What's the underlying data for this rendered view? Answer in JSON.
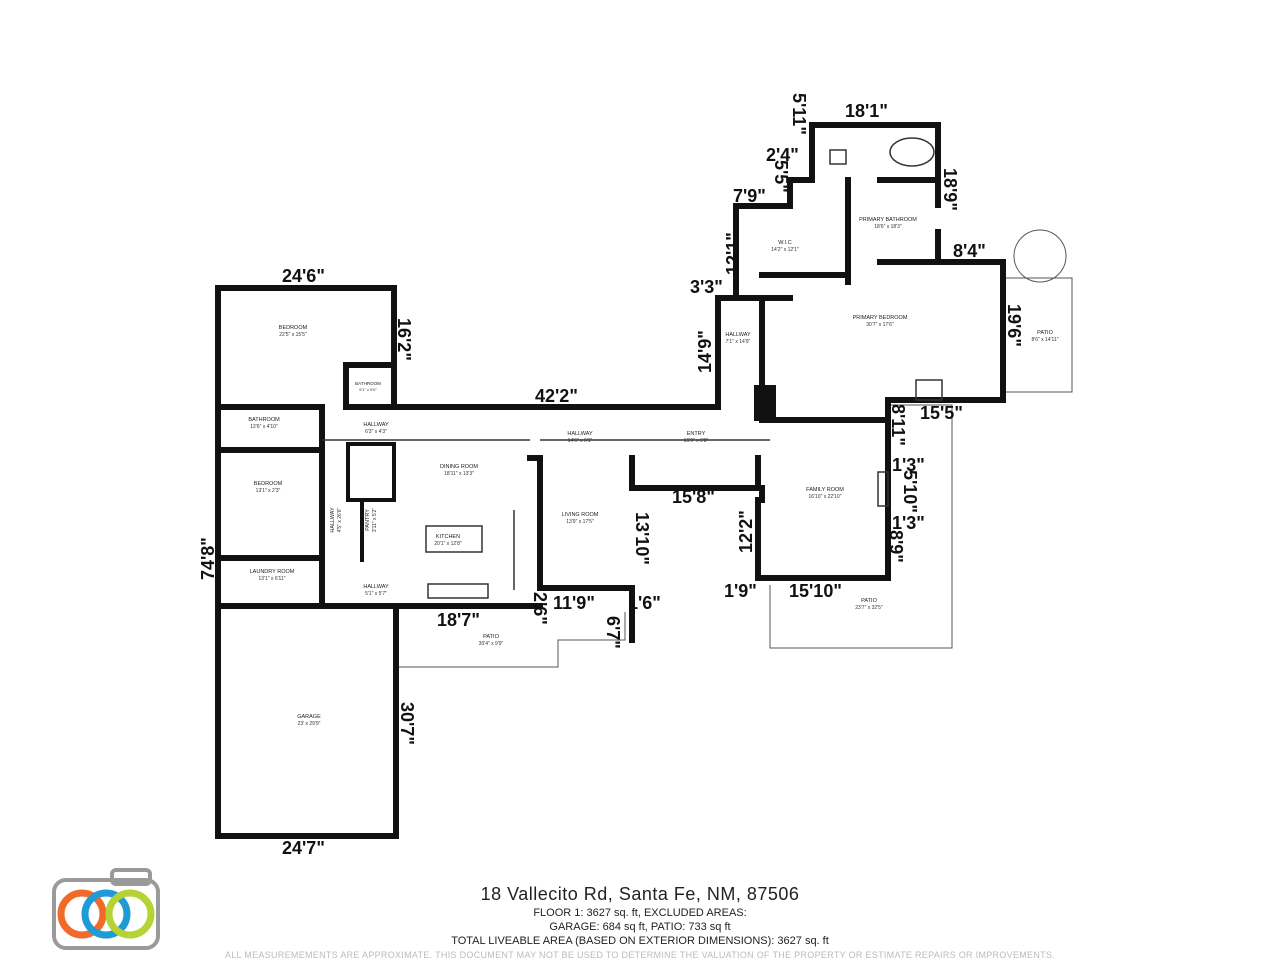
{
  "address": "18 Vallecito Rd, Santa Fe, NM, 87506",
  "summary": {
    "floor": "FLOOR 1: 3627 sq. ft, EXCLUDED AREAS:",
    "excluded": "GARAGE: 684 sq ft, PATIO: 733 sq ft",
    "total": "TOTAL LIVEABLE AREA (BASED ON EXTERIOR DIMENSIONS): 3627 sq. ft"
  },
  "disclaimer": "ALL MEASUREMEMENTS ARE APPROXIMATE. THIS DOCUMENT MAY NOT BE USED TO DETERMINE THE VALUATION OF THE PROPERTY OR ESTIMATE REPAIRS OR IMPROVEMENTS.",
  "logo_icon": "camera-logo-icon",
  "colors": {
    "logo_orange": "#f26a2a",
    "logo_blue": "#1e9ad6",
    "logo_green": "#b5d334",
    "logo_gray": "#9a9a9a"
  },
  "rooms": [
    {
      "id": "bedroom-1",
      "name": "BEDROOM",
      "size": "22'5\" x 15'5\""
    },
    {
      "id": "bathroom-small",
      "name": "BATHROOM",
      "size": "5'1\" x 5'0\""
    },
    {
      "id": "bathroom-1",
      "name": "BATHROOM",
      "size": "12'6\" x 4'10\""
    },
    {
      "id": "hallway-1",
      "name": "HALLWAY",
      "size": "6'3\" x 4'3\""
    },
    {
      "id": "bedroom-2",
      "name": "BEDROOM",
      "size": "13'1\" x 2'3\""
    },
    {
      "id": "dining-room",
      "name": "DINING ROOM",
      "size": "18'11\" x 13'3\""
    },
    {
      "id": "hallway-2",
      "name": "HALLWAY",
      "size": "14'6\" x 6'1\""
    },
    {
      "id": "entry",
      "name": "ENTRY",
      "size": "16'9\" x 9'8\""
    },
    {
      "id": "hallway-3",
      "name": "HALLWAY",
      "size": "4'5\" x 26'6\""
    },
    {
      "id": "pantry",
      "name": "PANTRY",
      "size": "3'11\" x 5'2\""
    },
    {
      "id": "kitchen",
      "name": "KITCHEN",
      "size": "20'1\" x 12'8\""
    },
    {
      "id": "living-room",
      "name": "LIVING ROOM",
      "size": "13'9\" x 17'5\""
    },
    {
      "id": "laundry-room",
      "name": "LAUNDRY ROOM",
      "size": "13'1\" x 6'11\""
    },
    {
      "id": "hallway-4",
      "name": "HALLWAY",
      "size": "5'1\" x 5'7\""
    },
    {
      "id": "patio-1",
      "name": "PATIO",
      "size": "30'4\" x 9'9\""
    },
    {
      "id": "garage",
      "name": "GARAGE",
      "size": "23' x 29'9\""
    },
    {
      "id": "wic",
      "name": "W.I.C",
      "size": "14'2\" x 12'1\""
    },
    {
      "id": "primary-bathroom",
      "name": "PRIMARY BATHROOM",
      "size": "18'6\" x 18'3\""
    },
    {
      "id": "hallway-5",
      "name": "HALLWAY",
      "size": "7'1\" x 14'9\""
    },
    {
      "id": "primary-bedroom",
      "name": "PRIMARY BEDROOM",
      "size": "30'7\" x 17'6\""
    },
    {
      "id": "patio-2",
      "name": "PATIO",
      "size": "8'6\" x 14'11\""
    },
    {
      "id": "family-room",
      "name": "FAMILY ROOM",
      "size": "16'10\" x 22'10\""
    },
    {
      "id": "patio-3",
      "name": "PATIO",
      "size": "23'7\" x 32'5\""
    }
  ],
  "dimensions": [
    "24'6\"",
    "16'2\"",
    "42'2\"",
    "74'8\"",
    "18'7\"",
    "2'6\"",
    "11'9\"",
    "1'6\"",
    "6'7\"",
    "13'10\"",
    "15'8\"",
    "30'7\"",
    "24'7\"",
    "18'1\"",
    "5'11\"",
    "2'4\"",
    "5'5\"",
    "7'9\"",
    "12'1\"",
    "3'3\"",
    "14'9\"",
    "18'9\"",
    "8'4\"",
    "19'6\"",
    "15'5\"",
    "8'11\"",
    "1'3\"",
    "5'10\"",
    "1'3\"",
    "8'9\"",
    "12'2\"",
    "1'9\"",
    "15'10\""
  ]
}
